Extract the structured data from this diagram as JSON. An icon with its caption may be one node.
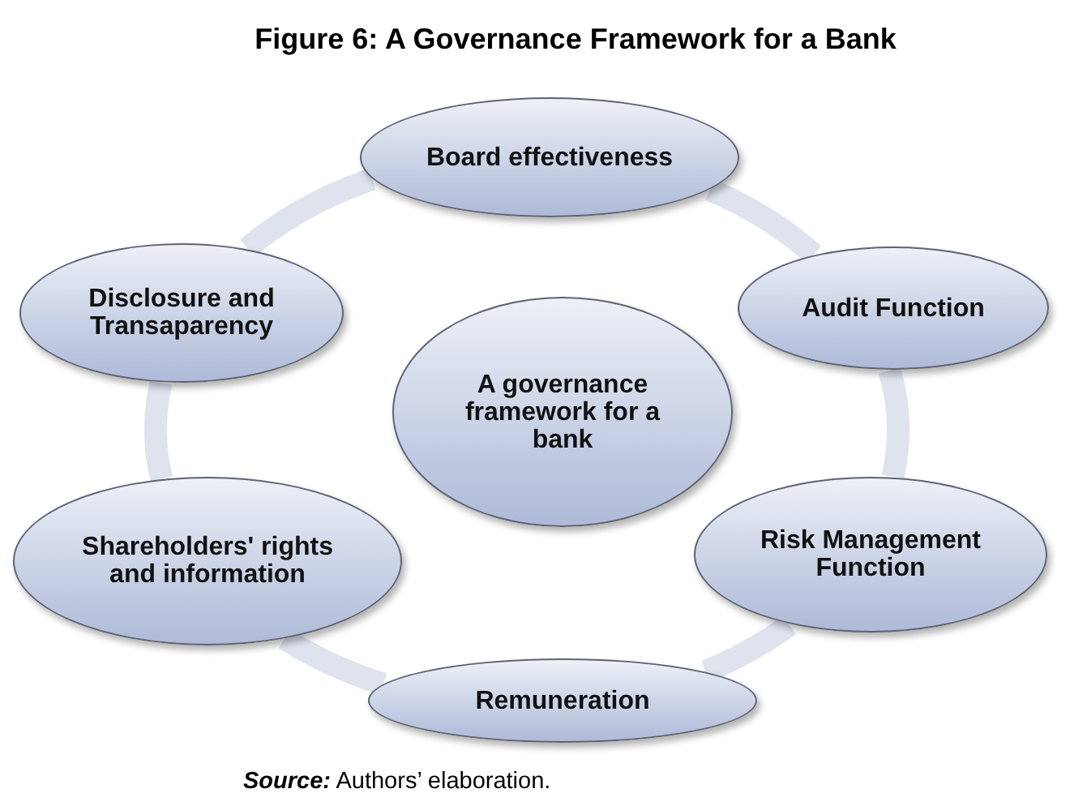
{
  "diagram": {
    "title": "Figure 6: A Governance Framework for a Bank",
    "caption": "**Source:** Authors’ elaboration.",
    "nodes": [
      {
        "text": [
          "Board effectiveness"
        ]
      },
      {
        "text": [
          "Disclosure and Transaparency"
        ]
      },
      {
        "text": [
          "Audit Function"
        ]
      },
      {
        "text": [
          "A governance framework for a bank"
        ]
      },
      {
        "text": [
          "Shareholders' rights and information"
        ]
      },
      {
        "text": [
          "Risk Management Function"
        ]
      },
      {
        "text": [
          "Remuneration"
        ]
      }
    ],
    "edges": [
      {
        "from": 0,
        "to": 2,
        "arrow": "none"
      },
      {
        "from": 2,
        "to": 5,
        "arrow": "none"
      },
      {
        "from": 5,
        "to": 6,
        "arrow": "none"
      },
      {
        "from": 6,
        "to": 4,
        "arrow": "none"
      },
      {
        "from": 4,
        "to": 1,
        "arrow": "none"
      },
      {
        "from": 1,
        "to": 0,
        "arrow": "none"
      }
    ]
  }
}
